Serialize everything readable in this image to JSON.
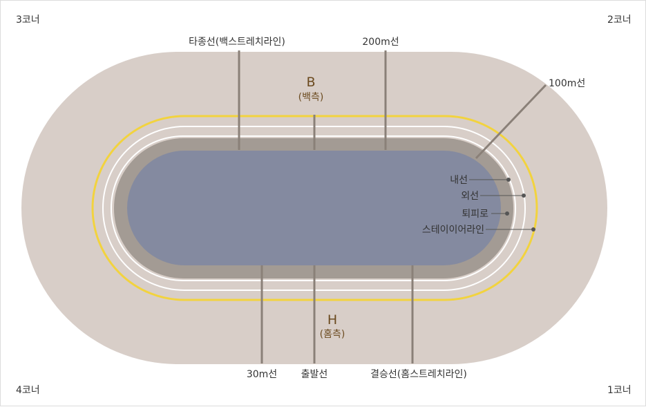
{
  "corners": {
    "c3": "3코너",
    "c2": "2코너",
    "c4": "4코너",
    "c1": "1코너"
  },
  "top_labels": {
    "backstretch": "타종선(백스트레치라인)",
    "line200": "200m선",
    "line100": "100m선"
  },
  "bottom_labels": {
    "line30": "30m선",
    "start": "출발선",
    "finish": "결승선(홈스트레치라인)"
  },
  "back_side": {
    "letter": "B",
    "sub": "(백측)"
  },
  "home_side": {
    "letter": "H",
    "sub": "(홈측)"
  },
  "lane_labels": {
    "inner": "내선",
    "outer": "외선",
    "refuge": "퇴피로",
    "stayer": "스테이이어라인"
  },
  "colors": {
    "outer_area": "#d8cec8",
    "track_band": "#a39b94",
    "infield": "#848aa0",
    "stayer_line": "#f2d33e",
    "marker_line": "#8a8078",
    "side_text": "#6b4a1f"
  }
}
